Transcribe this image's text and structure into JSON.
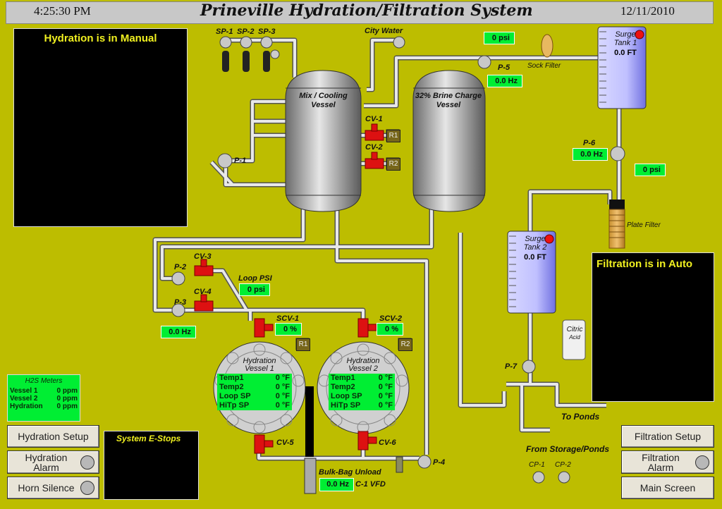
{
  "header": {
    "time": "4:25:30 PM",
    "title": "Prineville Hydration/Filtration System",
    "date": "12/11/2010"
  },
  "hydration_status": "Hydration is in Manual",
  "filtration_status": "Filtration is in Auto",
  "estops_title": "System E-Stops",
  "labels": {
    "sp1": "SP-1",
    "sp2": "SP-2",
    "sp3": "SP-3",
    "city_water": "City Water",
    "mix_vessel": [
      "Mix / Cooling",
      "Vessel"
    ],
    "brine_vessel": [
      "32% Brine Charge",
      "Vessel"
    ],
    "cv1": "CV-1",
    "cv2": "CV-2",
    "cv3": "CV-3",
    "cv4": "CV-4",
    "cv5": "CV-5",
    "cv6": "CV-6",
    "r1": "R1",
    "r2": "R2",
    "p1": "P-1",
    "p2": "P-2",
    "p3": "P-3",
    "p4": "P-4",
    "p5": "P-5",
    "p6": "P-6",
    "p7": "P-7",
    "sock_filter": "Sock Filter",
    "plate_filter": "Plate Filter",
    "loop_psi": "Loop PSI",
    "scv1": "SCV-1",
    "scv2": "SCV-2",
    "bulk_bag": "Bulk-Bag Unload",
    "c1_vfd": "C-1 VFD",
    "to_ponds": "To Ponds",
    "from_storage": "From Storage/Ponds",
    "cp1": "CP-1",
    "cp2": "CP-2",
    "citric": [
      "Citric",
      "Acid"
    ]
  },
  "readouts": {
    "p5_psi": "0 psi",
    "p5_hz": "0.0 Hz",
    "p6_hz": "0.0 Hz",
    "p6_psi": "0 psi",
    "loop_psi": "0 psi",
    "p3_hz": "0.0 Hz",
    "scv1": "0 %",
    "scv2": "0 %",
    "c1_hz": "0.0 Hz"
  },
  "surge_tanks": [
    {
      "name": [
        "Surge",
        "Tank 1"
      ],
      "level": "0.0 FT",
      "alarm_color": "#ee1111"
    },
    {
      "name": [
        "Surge",
        "Tank 2"
      ],
      "level": "0.0 FT",
      "alarm_color": "#ee1111"
    }
  ],
  "hydration_vessels": [
    {
      "name": [
        "Hydration",
        "Vessel 1"
      ],
      "rows": [
        {
          "k": "Temp1",
          "v": "0 °F"
        },
        {
          "k": "Temp2",
          "v": "0 °F"
        },
        {
          "k": "Loop SP",
          "v": "0 °F"
        },
        {
          "k": "HiTp SP",
          "v": "0 °F"
        }
      ]
    },
    {
      "name": [
        "Hydration",
        "Vessel 2"
      ],
      "rows": [
        {
          "k": "Temp1",
          "v": "0 °F"
        },
        {
          "k": "Temp2",
          "v": "0 °F"
        },
        {
          "k": "Loop SP",
          "v": "0 °F"
        },
        {
          "k": "HiTp SP",
          "v": "0 °F"
        }
      ]
    }
  ],
  "h2s": {
    "title": "H2S Meters",
    "rows": [
      {
        "k": "Vessel 1",
        "v": "0 ppm"
      },
      {
        "k": "Vessel 2",
        "v": "0 ppm"
      },
      {
        "k": "Hydration",
        "v": "0 ppm"
      }
    ]
  },
  "buttons": {
    "hydration_setup": "Hydration Setup",
    "hydration_alarm": [
      "Hydration",
      "Alarm"
    ],
    "horn_silence": "Horn Silence",
    "filtration_setup": "Filtration Setup",
    "filtration_alarm": [
      "Filtration",
      "Alarm"
    ],
    "main_screen": "Main Screen"
  },
  "colors": {
    "background": "#bdbd00",
    "readout_green": "#00ee33",
    "valve_red": "#dd1111",
    "status_yellow": "#f0f020"
  }
}
